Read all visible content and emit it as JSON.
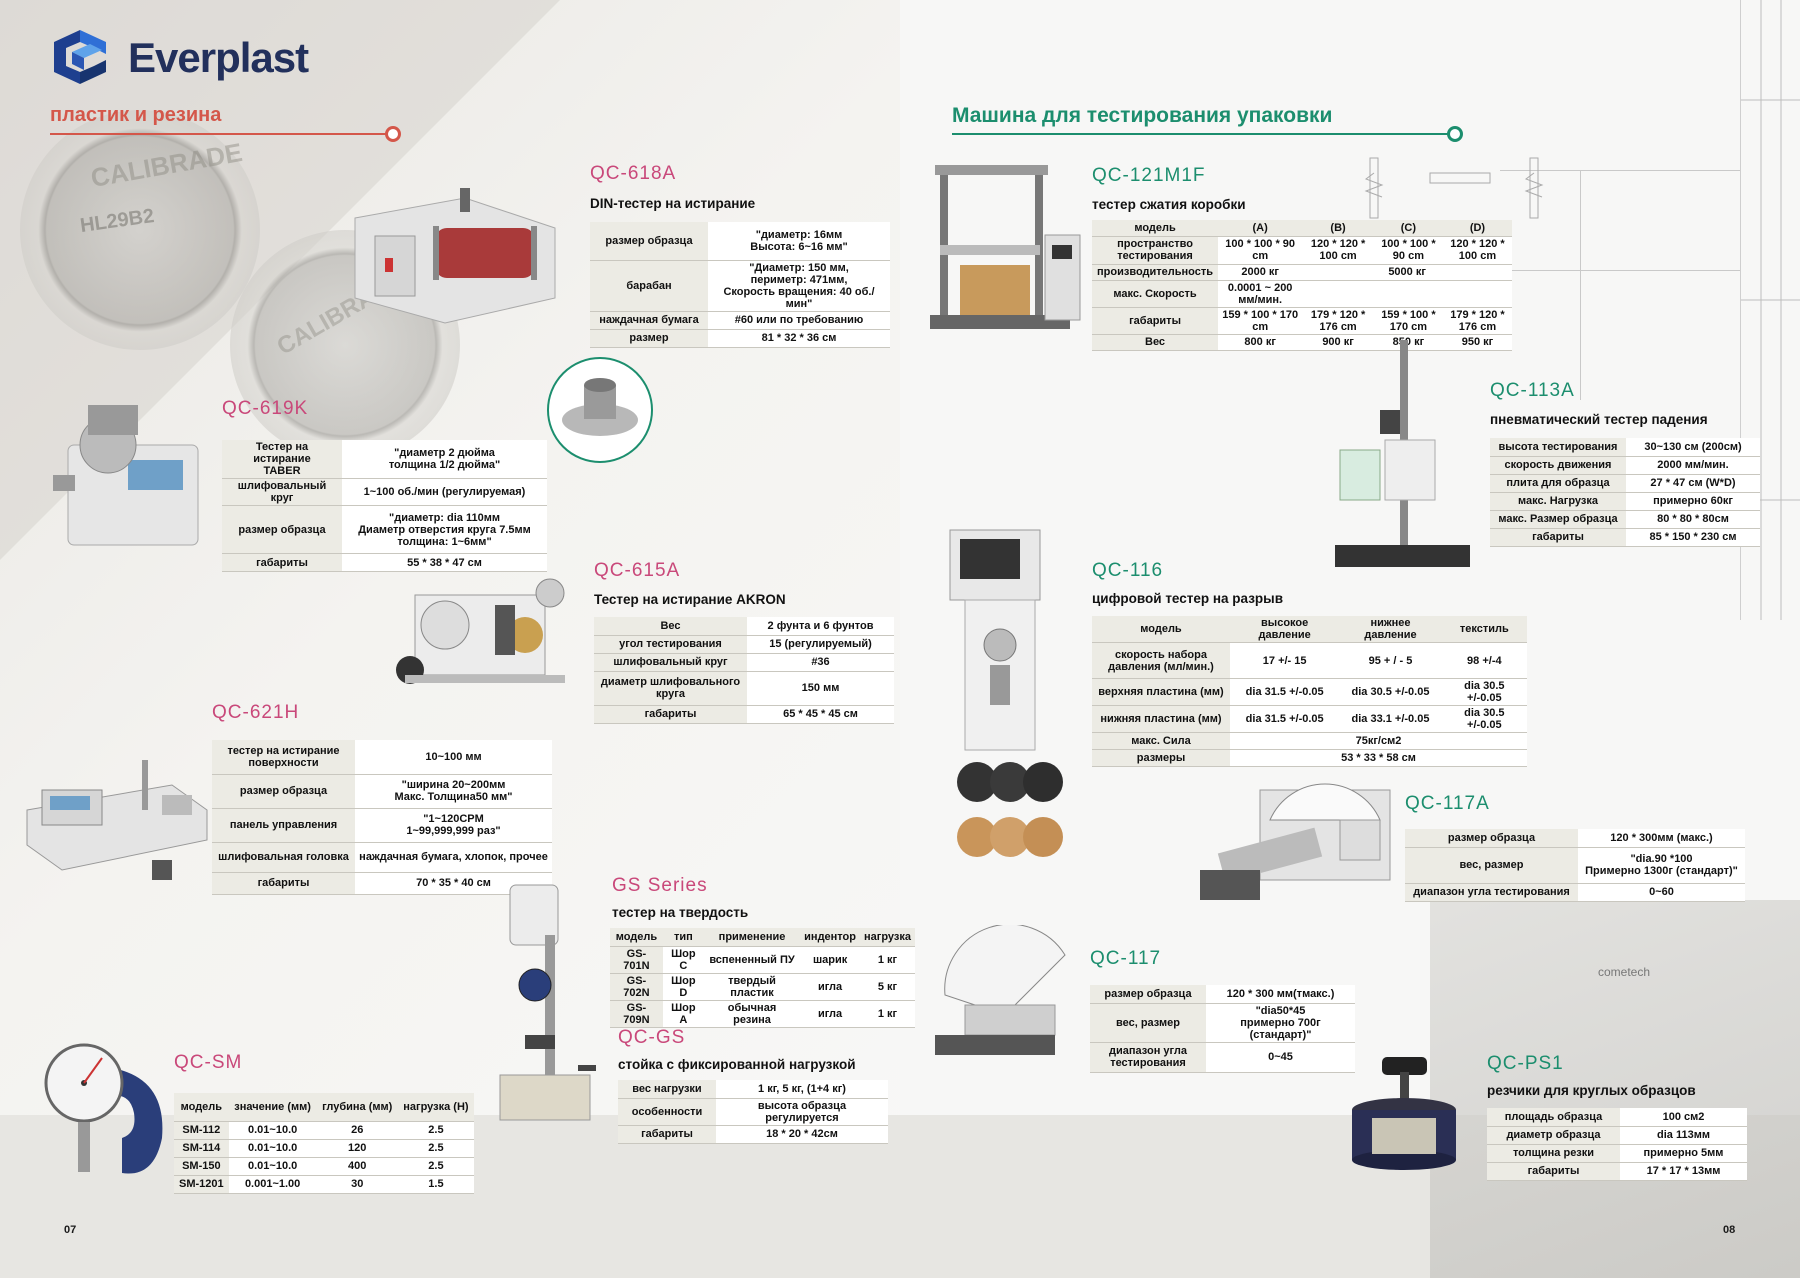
{
  "brand": {
    "name": "Everplast",
    "section_left": "пластик и резина",
    "section_right": "Машина для тестирования упаковки"
  },
  "pages": {
    "left": "07",
    "right": "08"
  },
  "qc618a": {
    "model": "QC-618A",
    "title": "DIN-тестер на истирание",
    "rows": [
      [
        "размер образца",
        "\"диаметр: 16мм\nВысота: 6~16 мм\""
      ],
      [
        "барабан",
        "\"Диаметр: 150 мм,\nпериметр: 471мм,\nСкорость вращения: 40 об./мин\""
      ],
      [
        "наждачная бумага",
        "#60 или по требованию"
      ],
      [
        "размер",
        "81 * 32 * 36 см"
      ]
    ]
  },
  "qc619k": {
    "model": "QC-619K",
    "rows": [
      [
        "Тестер на истирание\nTABER",
        "\"диаметр 2 дюйма\nтолщина 1/2 дюйма\""
      ],
      [
        "шлифовальный круг",
        "1~100 об./мин (регулируемая)"
      ],
      [
        "размер образца",
        "\"диаметр: dia 110мм\nДиаметр отверстия круга 7.5мм\nтолщина: 1~6мм\""
      ],
      [
        "габариты",
        "55 * 38 * 47 см"
      ]
    ]
  },
  "qc615a": {
    "model": "QC-615A",
    "title": "Тестер на истирание AKRON",
    "rows": [
      [
        "Вес",
        "2 фунта и 6 фунтов"
      ],
      [
        "угол тестирования",
        "15 (регулируемый)"
      ],
      [
        "шлифовальный круг",
        "#36"
      ],
      [
        "диаметр шлифовального\nкруга",
        "150 мм"
      ],
      [
        "габариты",
        "65 * 45 * 45 см"
      ]
    ]
  },
  "qc621h": {
    "model": "QC-621H",
    "rows": [
      [
        "тестер на истирание\nповерхности",
        "10~100 мм"
      ],
      [
        "размер образца",
        "\"ширина 20~200мм\nМакс. Толщина50 мм\""
      ],
      [
        "панель управления",
        "\"1~120CPM\n1~99,999,999 раз\""
      ],
      [
        "шлифовальная головка",
        "наждачная бумага, хлопок, прочее"
      ],
      [
        "габариты",
        "70 * 35 * 40 см"
      ]
    ]
  },
  "gs": {
    "model": "GS Series",
    "title": "тестер на твердость",
    "header": [
      "модель",
      "тип",
      "применение",
      "индентор",
      "нагрузка"
    ],
    "rows": [
      [
        "GS-701N",
        "Шор C",
        "вспененный ПУ",
        "шарик",
        "1 кг"
      ],
      [
        "GS-702N",
        "Шор D",
        "твердый пластик",
        "игла",
        "5 кг"
      ],
      [
        "GS-709N",
        "Шор A",
        "обычная резина",
        "игла",
        "1 кг"
      ]
    ]
  },
  "qcgs": {
    "model": "QC-GS",
    "title": "стойка с фиксированной нагрузкой",
    "rows": [
      [
        "вес нагрузки",
        "1 кг, 5 кг, (1+4 кг)"
      ],
      [
        "особенности",
        "высота образца регулируется"
      ],
      [
        "габариты",
        "18 * 20 * 42см"
      ]
    ]
  },
  "qcsm": {
    "model": "QC-SM",
    "header": [
      "модель",
      "значение (мм)",
      "глубина (мм)",
      "нагрузка (Н)"
    ],
    "rows": [
      [
        "SM-112",
        "0.01~10.0",
        "26",
        "2.5"
      ],
      [
        "SM-114",
        "0.01~10.0",
        "120",
        "2.5"
      ],
      [
        "SM-150",
        "0.01~10.0",
        "400",
        "2.5"
      ],
      [
        "SM-1201",
        "0.001~1.00",
        "30",
        "1.5"
      ]
    ]
  },
  "qc121": {
    "model": "QC-121M1F",
    "title": "тестер сжатия коробки",
    "header": [
      "модель",
      "(A)",
      "(B)",
      "(C)",
      "(D)"
    ],
    "r_space": [
      "пространство\nтестирования",
      "100 * 100 * 90 cm",
      "120 * 120 * 100 cm",
      "100 * 100 * 90 cm",
      "120 * 120 * 100 cm"
    ],
    "r_perf": [
      "производительность",
      "2000 кг",
      "5000 кг"
    ],
    "r_speed": [
      "макс. Скорость",
      "0.0001 ~ 200 мм/мин."
    ],
    "r_dim": [
      "габариты",
      "159 * 100 * 170 cm",
      "179 * 120 * 176 cm",
      "159 * 100 * 170 cm",
      "179 * 120 * 176 cm"
    ],
    "r_weight": [
      "Вес",
      "800 кг",
      "900 кг",
      "850 кг",
      "950 кг"
    ]
  },
  "qc113a": {
    "model": "QC-113A",
    "title": "пневматический тестер падения",
    "rows": [
      [
        "высота тестирования",
        "30~130 см (200см)"
      ],
      [
        "скорость движения",
        "2000 мм/мин."
      ],
      [
        "плита для образца",
        "27 * 47 см (W*D)"
      ],
      [
        "макс. Нагрузка",
        "примерно 60кг"
      ],
      [
        "макс. Размер образца",
        "80 * 80 * 80см"
      ],
      [
        "габариты",
        "85 * 150 * 230 см"
      ]
    ]
  },
  "qc116": {
    "model": "QC-116",
    "title": "цифровой тестер на разрыв",
    "header": [
      "модель",
      "высокое давление",
      "нижнее давление",
      "текстиль"
    ],
    "rows": [
      [
        "скорость набора\nдавления (мл/мин.)",
        "17 +/- 15",
        "95 + / - 5",
        "98 +/-4"
      ],
      [
        "верхняя пластина (мм)",
        "dia 31.5 +/-0.05",
        "dia 30.5 +/-0.05",
        "dia 30.5 +/-0.05"
      ],
      [
        "нижняя пластина (мм)",
        "dia 31.5 +/-0.05",
        "dia 33.1 +/-0.05",
        "dia 30.5 +/-0.05"
      ]
    ],
    "r_force": [
      "макс. Сила",
      "75кг/см2"
    ],
    "r_size": [
      "размеры",
      "53 * 33 * 58 см"
    ]
  },
  "qc117a": {
    "model": "QC-117A",
    "rows": [
      [
        "размер образца",
        "120 * 300мм (макс.)"
      ],
      [
        "вес, размер",
        "\"dia.90 *100\nПримерно 1300г (стандарт)\""
      ],
      [
        "диапазон угла тестирования",
        "0~60"
      ]
    ]
  },
  "qc117": {
    "model": "QC-117",
    "rows": [
      [
        "размер образца",
        "120 * 300 мм(тмакс.)"
      ],
      [
        "вес, размер",
        "\"dia50*45\nпримерно 700г (стандарт)\""
      ],
      [
        "диапазон угла\nтестирования",
        "0~45"
      ]
    ]
  },
  "qcps1": {
    "model": "QC-PS1",
    "title": "резчики для круглых образцов",
    "rows": [
      [
        "площадь образца",
        "100 см2"
      ],
      [
        "диаметр образца",
        "dia 113мм"
      ],
      [
        "толщина резки",
        "примерно 5мм"
      ],
      [
        "габариты",
        "17 * 17 * 13мм"
      ]
    ]
  },
  "images": {
    "wheel_text": "CALIBRADE",
    "wheel_code": "HL29B2",
    "machine_brand": "cometech"
  },
  "colors": {
    "pink": "#c9487a",
    "green": "#1c8e6e",
    "red": "#d4574a",
    "navy": "#22305c"
  }
}
